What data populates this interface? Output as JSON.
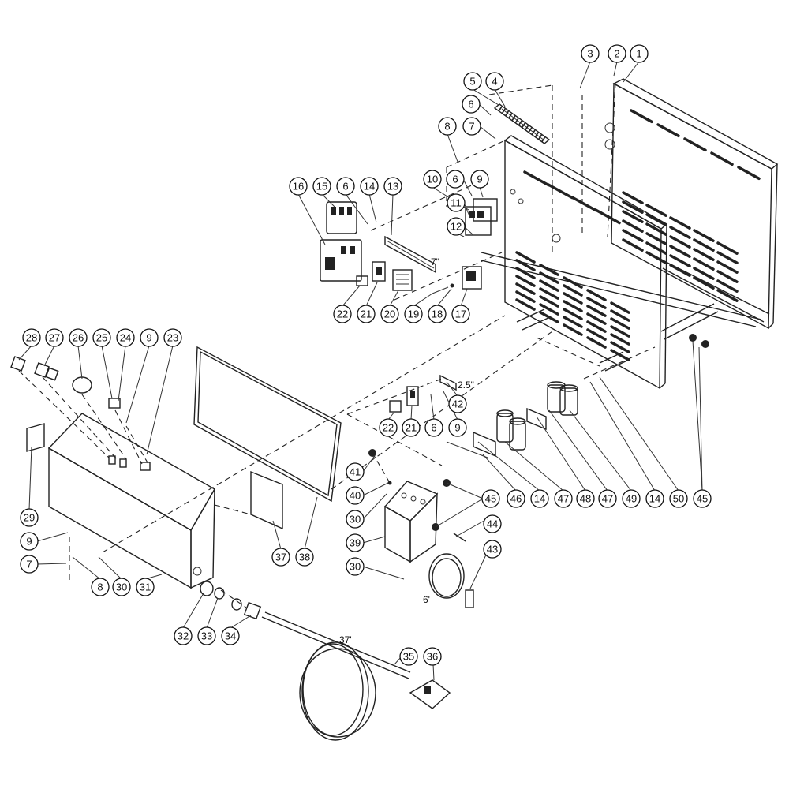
{
  "callouts": [
    {
      "label": "1"
    },
    {
      "label": "2"
    },
    {
      "label": "3"
    },
    {
      "label": "4"
    },
    {
      "label": "5"
    },
    {
      "label": "6"
    },
    {
      "label": "7"
    },
    {
      "label": "8"
    },
    {
      "label": "9"
    },
    {
      "label": "6"
    },
    {
      "label": "10"
    },
    {
      "label": "11"
    },
    {
      "label": "12"
    },
    {
      "label": "16"
    },
    {
      "label": "15"
    },
    {
      "label": "6"
    },
    {
      "label": "14"
    },
    {
      "label": "13"
    },
    {
      "label": "22"
    },
    {
      "label": "21"
    },
    {
      "label": "20"
    },
    {
      "label": "19"
    },
    {
      "label": "18"
    },
    {
      "label": "17"
    },
    {
      "label": "28"
    },
    {
      "label": "27"
    },
    {
      "label": "26"
    },
    {
      "label": "25"
    },
    {
      "label": "24"
    },
    {
      "label": "9"
    },
    {
      "label": "23"
    },
    {
      "label": "29"
    },
    {
      "label": "9"
    },
    {
      "label": "7"
    },
    {
      "label": "8"
    },
    {
      "label": "30"
    },
    {
      "label": "31"
    },
    {
      "label": "37"
    },
    {
      "label": "38"
    },
    {
      "label": "32"
    },
    {
      "label": "33"
    },
    {
      "label": "34"
    },
    {
      "label": "35"
    },
    {
      "label": "36"
    },
    {
      "label": "41"
    },
    {
      "label": "40"
    },
    {
      "label": "30"
    },
    {
      "label": "39"
    },
    {
      "label": "30"
    },
    {
      "label": "45"
    },
    {
      "label": "44"
    },
    {
      "label": "43"
    },
    {
      "label": "22"
    },
    {
      "label": "21"
    },
    {
      "label": "6"
    },
    {
      "label": "9"
    },
    {
      "label": "42"
    },
    {
      "label": "46"
    },
    {
      "label": "14"
    },
    {
      "label": "47"
    },
    {
      "label": "48"
    },
    {
      "label": "47"
    },
    {
      "label": "49"
    },
    {
      "label": "14"
    },
    {
      "label": "50"
    },
    {
      "label": "45"
    }
  ],
  "dimensions": [
    {
      "text": "7\""
    },
    {
      "text": "2.5\""
    },
    {
      "text": "6'"
    },
    {
      "text": "37'"
    }
  ]
}
